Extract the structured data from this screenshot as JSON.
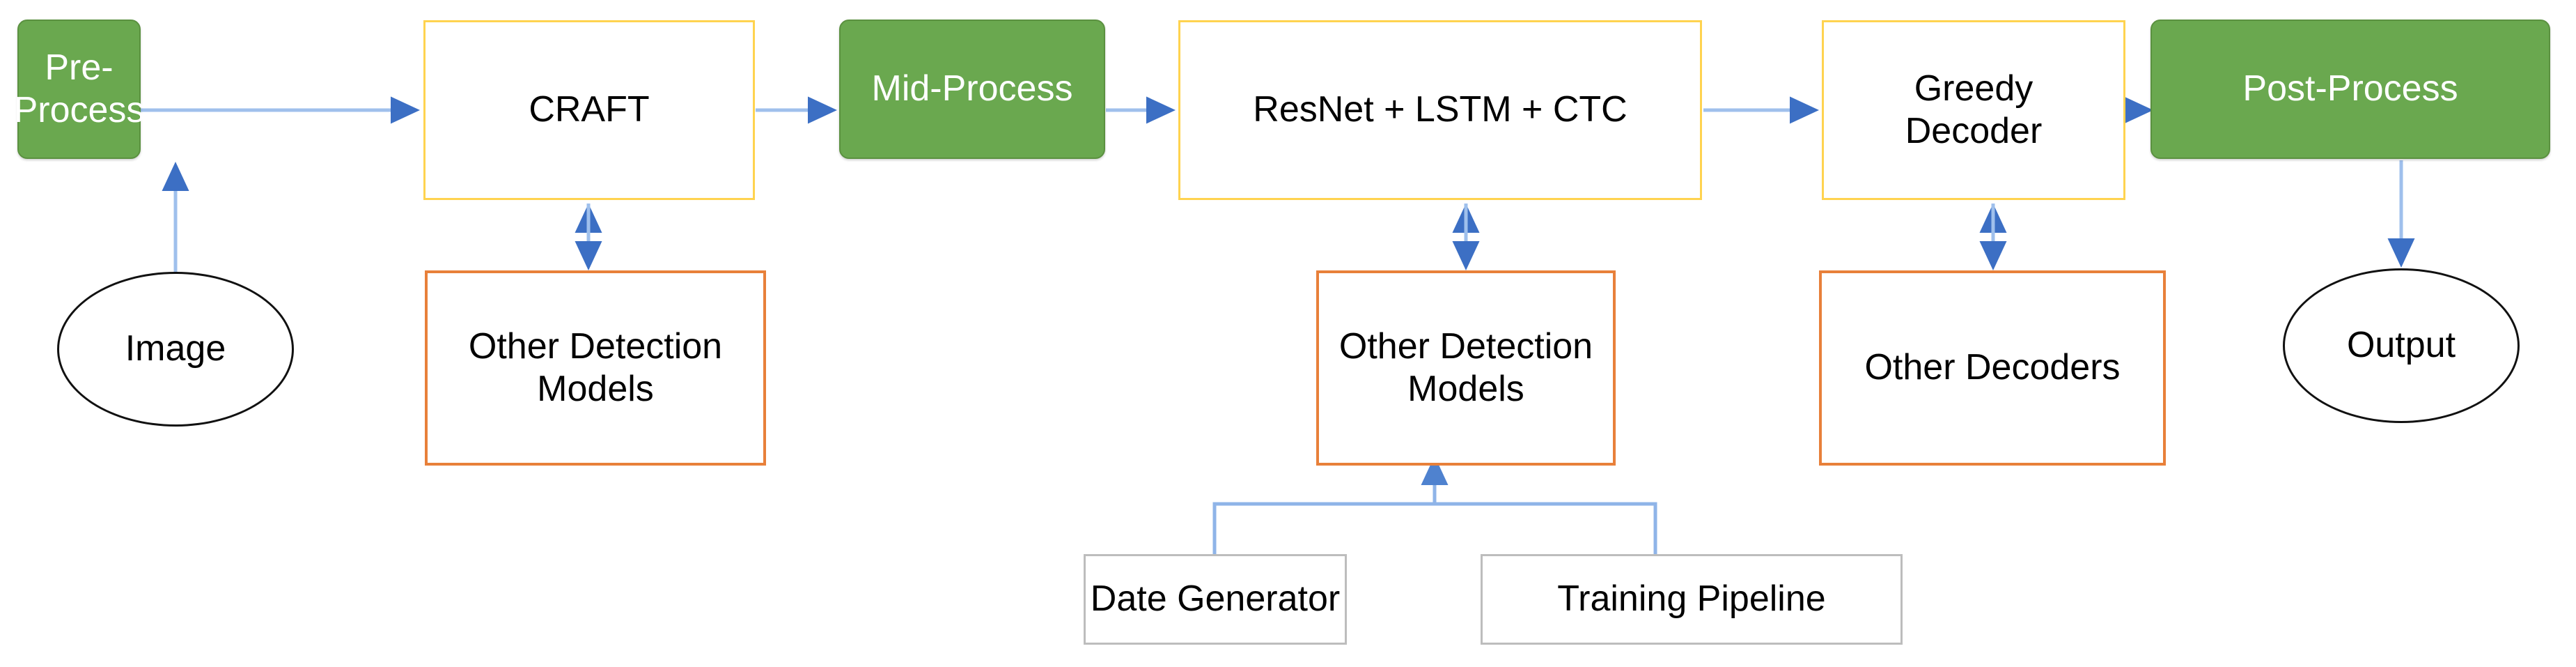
{
  "diagram": {
    "title": "OCR pipeline flow diagram",
    "colors": {
      "green_fill": "#6aa84f",
      "yellow_border": "#ffd34f",
      "orange_border": "#e8803a",
      "grey_border": "#bdbdbd",
      "arrow": "#6d9eeb",
      "arrow_head": "#3c6fc4",
      "ellipse_border": "#111111",
      "background": "#ffffff"
    },
    "nodes": {
      "image": {
        "label": "Image",
        "shape": "ellipse",
        "kind": "terminator"
      },
      "pre_process": {
        "label": "Pre-Process",
        "shape": "rounded-rect",
        "kind": "process"
      },
      "craft": {
        "label": "CRAFT",
        "shape": "rect",
        "kind": "detection-model"
      },
      "other_detection_models_left": {
        "label": "Other Detection Models",
        "line1": "Other Detection",
        "line2": "Models",
        "shape": "rect",
        "kind": "alternative"
      },
      "mid_process": {
        "label": "Mid-Process",
        "shape": "rounded-rect",
        "kind": "process"
      },
      "resnet_lstm_ctc": {
        "label": "ResNet + LSTM + CTC",
        "shape": "rect",
        "kind": "recognition-model"
      },
      "other_detection_models_mid": {
        "label": "Other Detection Models",
        "line1": "Other Detection",
        "line2": "Models",
        "shape": "rect",
        "kind": "alternative"
      },
      "greedy_decoder": {
        "label": "Greedy Decoder",
        "line1": "Greedy",
        "line2": "Decoder",
        "shape": "rect",
        "kind": "decoder"
      },
      "other_decoders": {
        "label": "Other Decoders",
        "shape": "rect",
        "kind": "alternative"
      },
      "post_process": {
        "label": "Post-Process",
        "shape": "rounded-rect",
        "kind": "process"
      },
      "output": {
        "label": "Output",
        "shape": "ellipse",
        "kind": "terminator"
      },
      "date_generator": {
        "label": "Date Generator",
        "shape": "rect",
        "kind": "tooling"
      },
      "training_pipeline": {
        "label": "Training Pipeline",
        "shape": "rect",
        "kind": "tooling"
      }
    },
    "edges": [
      {
        "from": "image",
        "to": "pre_process",
        "style": "single-arrow-up"
      },
      {
        "from": "pre_process",
        "to": "craft",
        "style": "single-arrow-right"
      },
      {
        "from": "craft",
        "to": "other_detection_models_left",
        "style": "double-arrow-vertical"
      },
      {
        "from": "craft",
        "to": "mid_process",
        "style": "single-arrow-right"
      },
      {
        "from": "mid_process",
        "to": "resnet_lstm_ctc",
        "style": "single-arrow-right"
      },
      {
        "from": "resnet_lstm_ctc",
        "to": "other_detection_models_mid",
        "style": "double-arrow-vertical"
      },
      {
        "from": "resnet_lstm_ctc",
        "to": "greedy_decoder",
        "style": "single-arrow-right"
      },
      {
        "from": "greedy_decoder",
        "to": "other_decoders",
        "style": "double-arrow-vertical"
      },
      {
        "from": "greedy_decoder",
        "to": "post_process",
        "style": "single-arrow-right"
      },
      {
        "from": "post_process",
        "to": "output",
        "style": "single-arrow-down"
      },
      {
        "from": "date_generator",
        "to": "other_detection_models_mid",
        "style": "elbow-arrow-up"
      },
      {
        "from": "training_pipeline",
        "to": "other_detection_models_mid",
        "style": "elbow-arrow-up"
      }
    ]
  }
}
